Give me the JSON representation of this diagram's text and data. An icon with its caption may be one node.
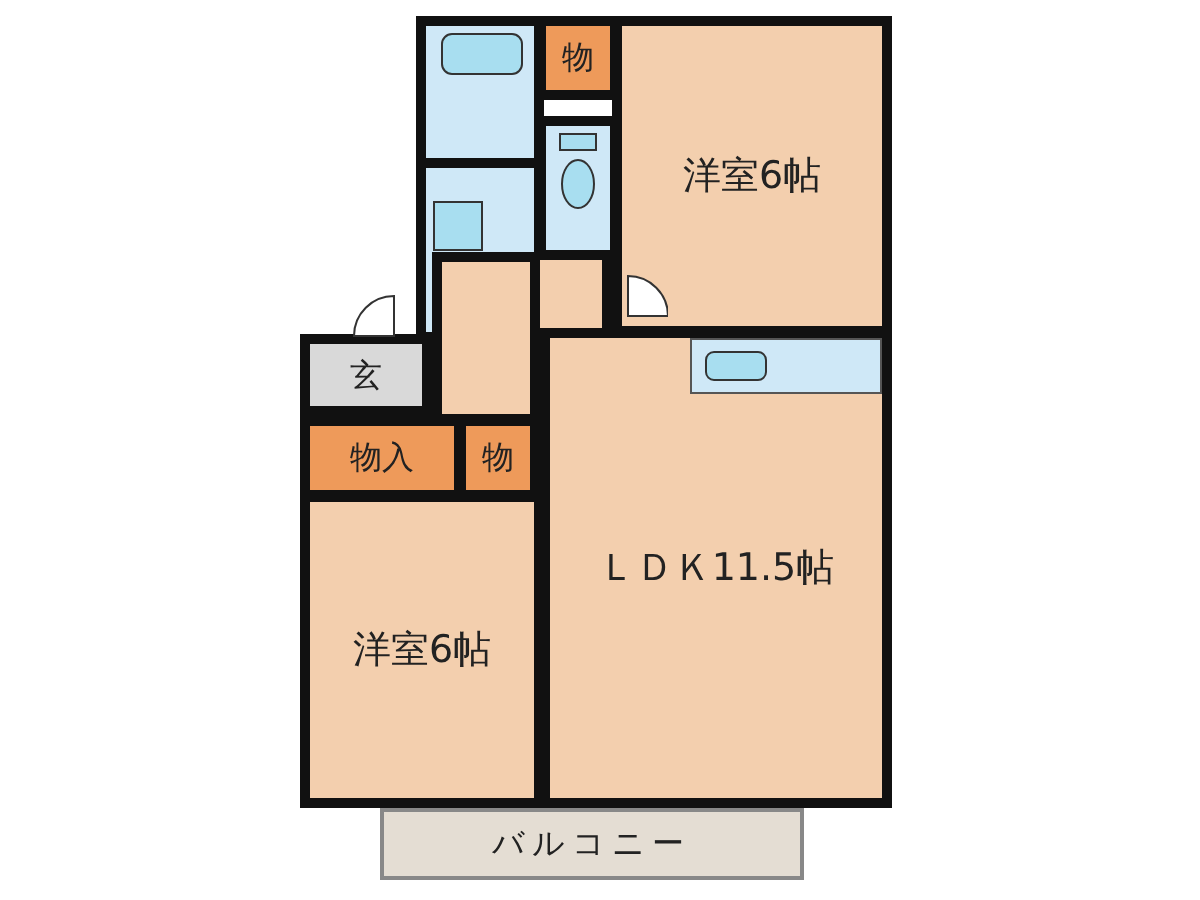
{
  "diagram": {
    "nodes": [
      {
        "text": [
          "物"
        ]
      },
      {
        "text": [
          "洋室6帖"
        ]
      },
      {
        "text": [
          "玄"
        ]
      },
      {
        "text": [
          "物入"
        ]
      },
      {
        "text": [
          "物"
        ]
      },
      {
        "text": [
          "洋室6帖"
        ]
      },
      {
        "text": [
          "ＬＤＫ11.5帖"
        ]
      },
      {
        "text": [
          "バルコニー"
        ]
      },
      {
        "text": [],
        "shape": "box"
      }
    ]
  }
}
